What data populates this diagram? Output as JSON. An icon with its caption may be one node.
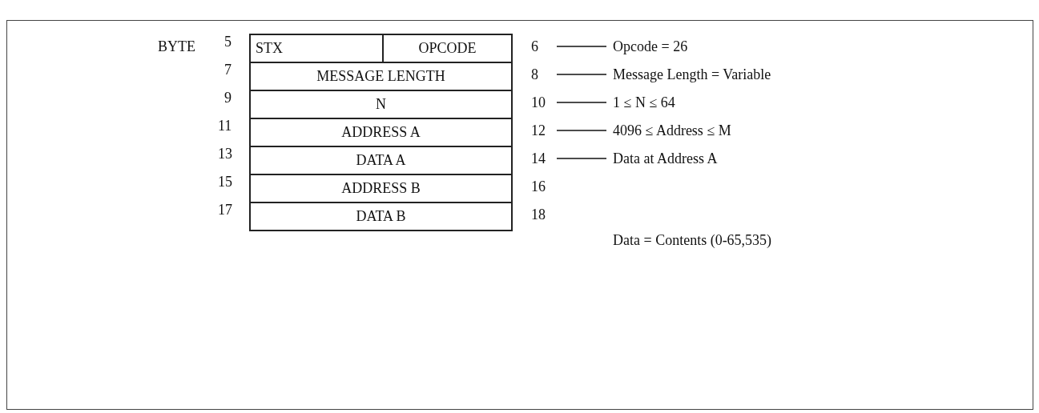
{
  "diagram": {
    "nodes": [
      {
        "text": [
          "STX"
        ]
      },
      {
        "text": [
          "OPCODE"
        ]
      },
      {
        "text": [
          "6"
        ]
      },
      {
        "text": [
          "Opcode = 26"
        ]
      },
      {
        "text": [
          "MESSAGE LENGTH"
        ]
      },
      {
        "text": [
          "8"
        ]
      },
      {
        "text": [
          "Message Length = Variable"
        ]
      },
      {
        "text": [
          "N"
        ]
      },
      {
        "text": [
          "10"
        ]
      },
      {
        "text": [
          "1 ≤ N ≤ 64"
        ]
      },
      {
        "text": [
          "ADDRESS A"
        ]
      },
      {
        "text": [
          "12"
        ]
      },
      {
        "text": [
          "4096 ≤ Address ≤ M"
        ]
      },
      {
        "text": [
          "DATA A"
        ]
      },
      {
        "text": [
          "14"
        ]
      },
      {
        "text": [
          "Data at Address A"
        ]
      },
      {
        "text": [
          "ADDRESS B"
        ]
      },
      {
        "text": [
          "DATA B"
        ]
      }
    ],
    "edges": [
      {
        "from": 2,
        "to": 3,
        "arrow": "none"
      },
      {
        "from": 5,
        "to": 6,
        "arrow": "none"
      },
      {
        "from": 8,
        "to": 9,
        "arrow": "none"
      },
      {
        "from": 11,
        "to": 12,
        "arrow": "none"
      },
      {
        "from": 14,
        "to": 15,
        "arrow": "none"
      }
    ],
    "labels": [
      "BYTE",
      "5",
      "7",
      "9",
      "11",
      "13",
      "15",
      "16",
      "17",
      "18",
      "Data = Contents (0-65,535)"
    ]
  }
}
